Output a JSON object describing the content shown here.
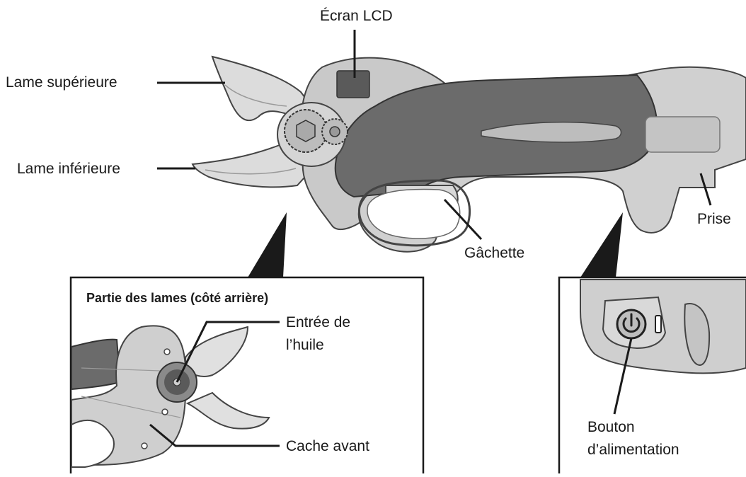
{
  "labels": {
    "lcd_screen": "Écran LCD",
    "upper_blade": "Lame supérieure",
    "lower_blade": "Lame inférieure",
    "socket": "Prise",
    "trigger": "Gâchette",
    "inset_blades_title": "Partie des lames (côté arrière)",
    "oil_inlet_line1": "Entrée de",
    "oil_inlet_line2": "l’huile",
    "front_cover": "Cache avant",
    "power_button_line1": "Bouton",
    "power_button_line2": "d’alimentation"
  },
  "colors": {
    "body_light": "#c9c9c9",
    "body_mid": "#b3b3b3",
    "grip_dark": "#6b6b6b",
    "blade": "#dcdcdc",
    "outline": "#444444",
    "line": "#1a1a1a",
    "pointer": "#1a1a1a"
  },
  "icons": [
    "power-icon",
    "gear-icon"
  ]
}
